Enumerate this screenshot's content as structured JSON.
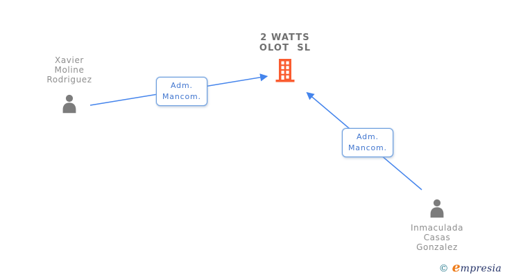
{
  "diagram": {
    "company": {
      "name": "2 WATTS OLOT SL",
      "name_lines": [
        "2 WATTS",
        "OLOT  SL"
      ],
      "icon": "building-icon"
    },
    "persons": [
      {
        "name": "Xavier Moline Rodriguez",
        "name_lines": [
          "Xavier",
          "Moline",
          "Rodriguez"
        ],
        "icon": "person-icon"
      },
      {
        "name": "Inmaculada Casas Gonzalez",
        "name_lines": [
          "Inmaculada",
          "Casas",
          "Gonzalez"
        ],
        "icon": "person-icon"
      }
    ],
    "edges": [
      {
        "from": "Xavier Moline Rodriguez",
        "to": "2 WATTS OLOT SL",
        "label": "Adm. Mancom.",
        "label_lines": [
          "Adm.",
          "Mancom."
        ]
      },
      {
        "from": "Inmaculada Casas Gonzalez",
        "to": "2 WATTS OLOT SL",
        "label": "Adm. Mancom.",
        "label_lines": [
          "Adm.",
          "Mancom."
        ]
      }
    ]
  },
  "footer": {
    "copyright": "©",
    "brand": "empresia",
    "brand_first_letter": "e",
    "brand_rest": "mpresia"
  },
  "colors": {
    "arrow_blue": "#4484ec",
    "label_border_blue": "#6b9ddd",
    "label_text_blue": "#4176cf",
    "building_orange": "#fa5c30",
    "person_gray": "#7c7c7c",
    "name_text_gray": "#8e8e8e",
    "company_title_gray": "#6f6f6f",
    "logo_teal": "#2c7d90",
    "logo_orange": "#ee7c1a",
    "logo_navy": "#263469"
  }
}
